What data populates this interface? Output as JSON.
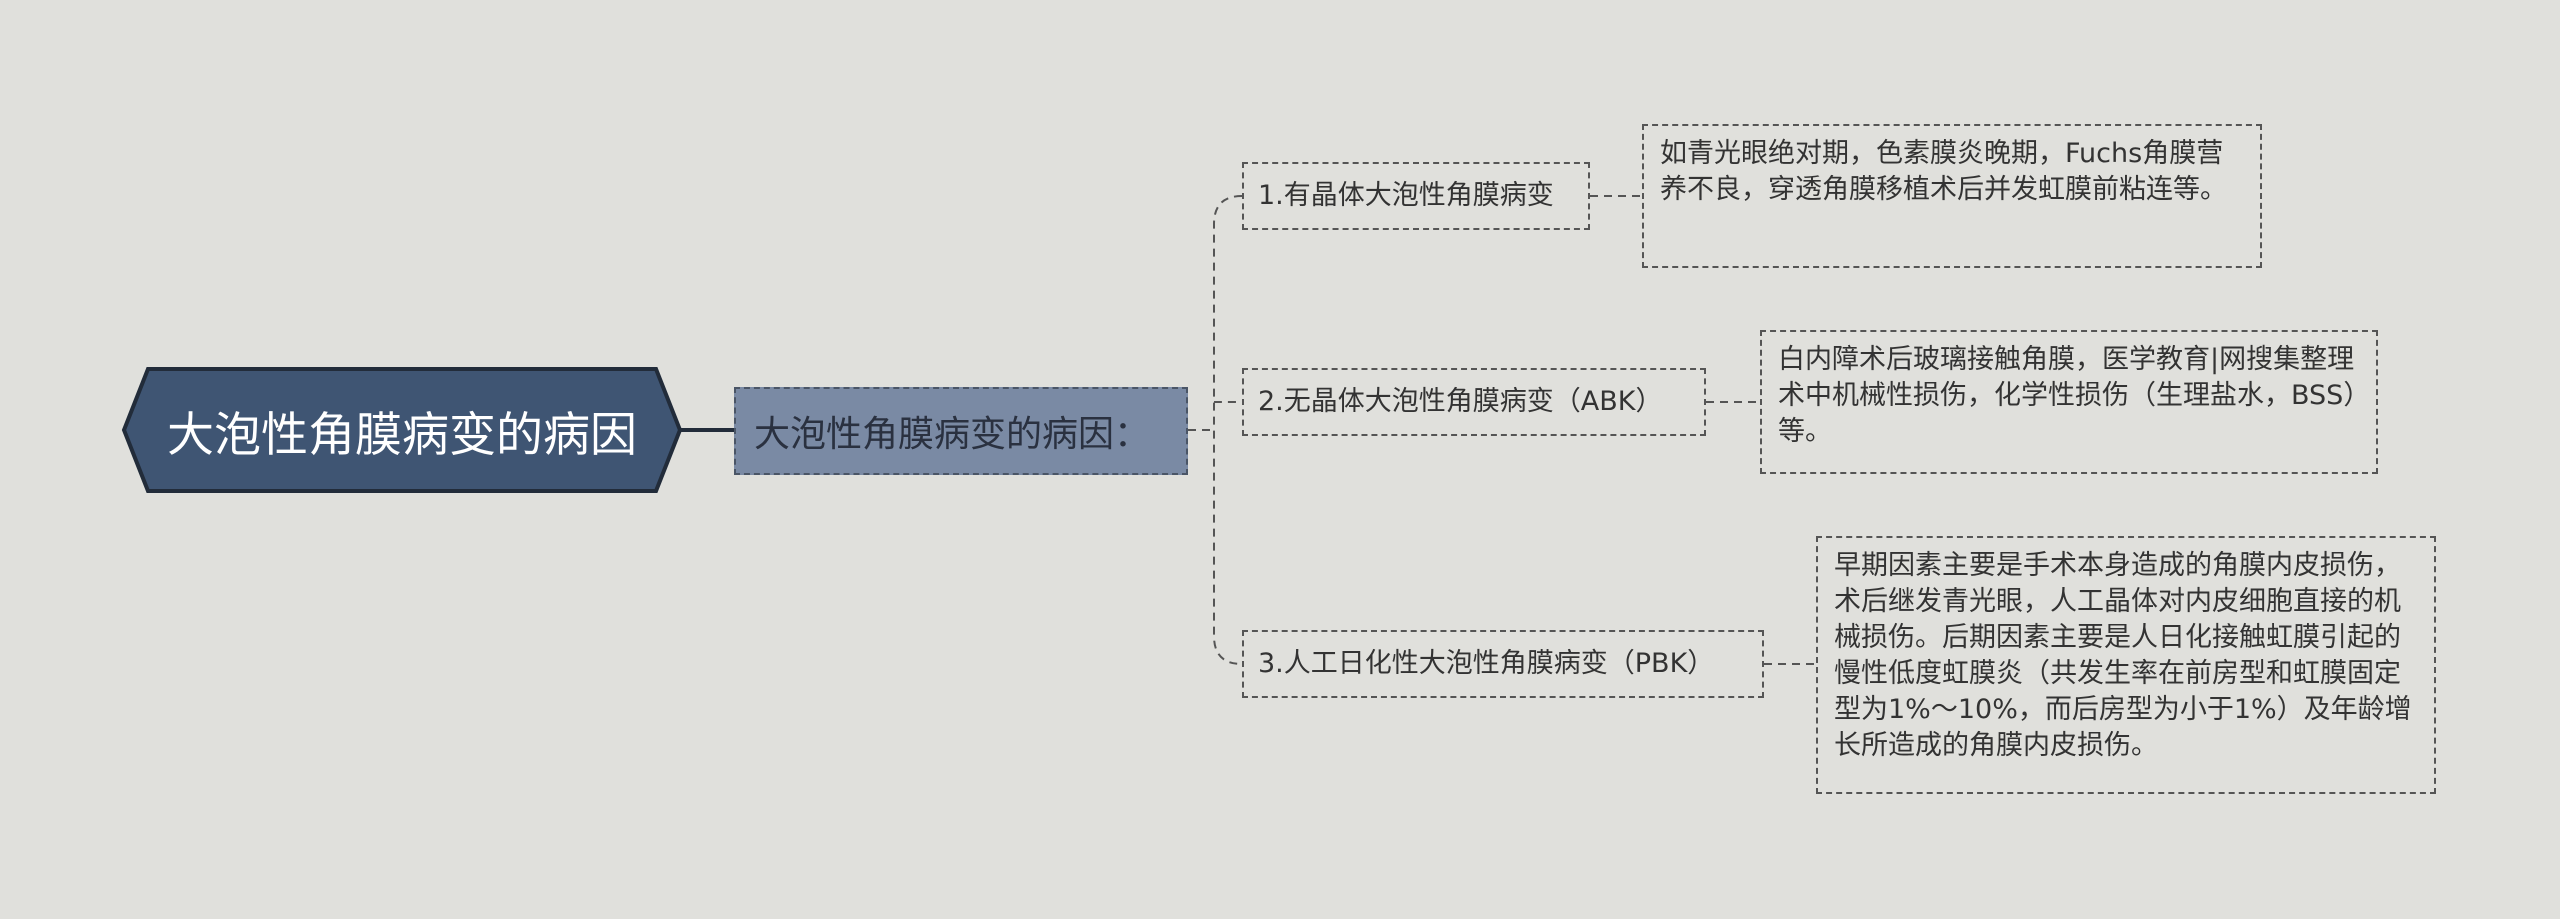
{
  "root": {
    "title": "大泡性角膜病变的病因"
  },
  "hub": {
    "title": "大泡性角膜病变的病因："
  },
  "branches": [
    {
      "label": "1.有晶体大泡性角膜病变",
      "detail": "如青光眼绝对期，色素膜炎晚期，Fuchs角膜营养不良，穿透角膜移植术后并发虹膜前粘连等。"
    },
    {
      "label": "2.无晶体大泡性角膜病变（ABK）",
      "detail": "白内障术后玻璃接触角膜，医学教育|网搜集整理术中机械性损伤，化学性损伤（生理盐水，BSS）等。"
    },
    {
      "label": "3.人工日化性大泡性角膜病变（PBK）",
      "detail": "早期因素主要是手术本身造成的角膜内皮损伤，术后继发青光眼，人工晶体对内皮细胞直接的机械损伤。后期因素主要是人日化接触虹膜引起的慢性低度虹膜炎（共发生率在前房型和虹膜固定型为1%～10%，而后房型为小于1%）及年龄增长所造成的角膜内皮损伤。"
    }
  ],
  "colors": {
    "background": "#e0e0dc",
    "root_fill": "#3f5573",
    "root_border": "#222c3a",
    "hub_fill": "#7a8aa4",
    "connector": "#555555"
  }
}
